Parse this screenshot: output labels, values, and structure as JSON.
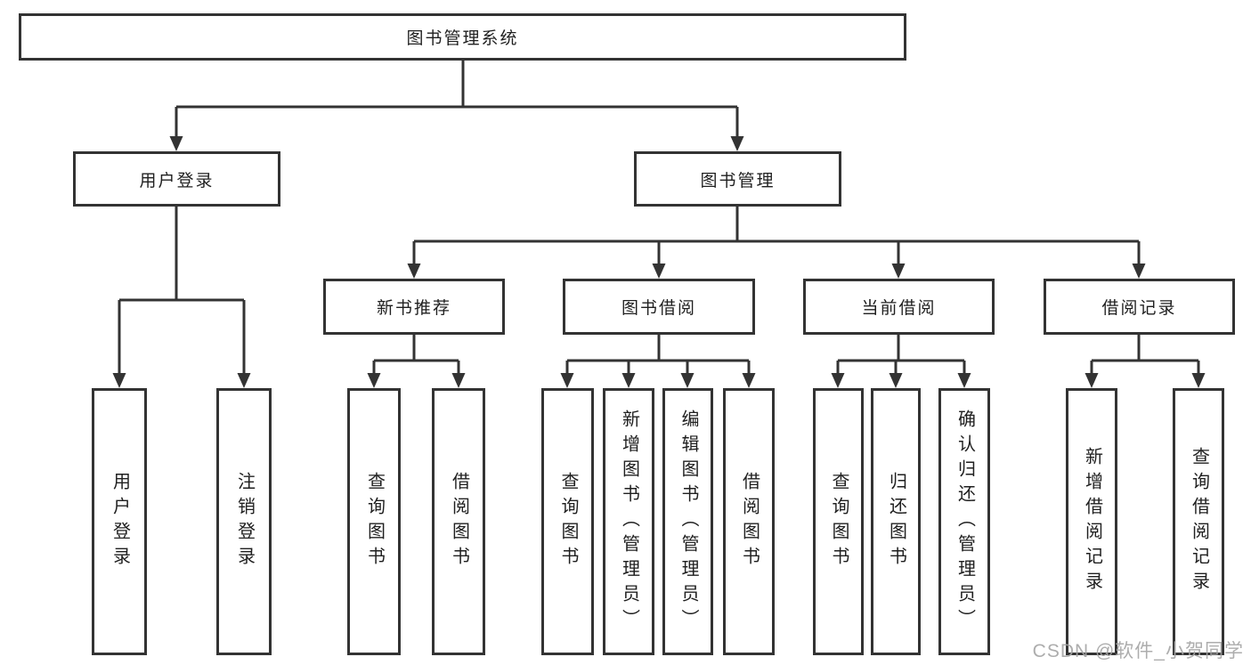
{
  "tree": {
    "root": "图书管理系统",
    "branches": [
      {
        "label": "用户登录",
        "leaves": [
          "用户登录",
          "注销登录"
        ]
      },
      {
        "label": "图书管理",
        "groups": [
          {
            "label": "新书推荐",
            "leaves": [
              "查询图书",
              "借阅图书"
            ]
          },
          {
            "label": "图书借阅",
            "leaves": [
              "查询图书",
              "新增图书（管理员）",
              "编辑图书（管理员）",
              "借阅图书"
            ]
          },
          {
            "label": "当前借阅",
            "leaves": [
              "查询图书",
              "归还图书",
              "确认归还（管理员）"
            ]
          },
          {
            "label": "借阅记录",
            "leaves": [
              "新增借阅记录",
              "查询借阅记录"
            ]
          }
        ]
      }
    ]
  },
  "watermark": "CSDN @软件_小贺同学",
  "colors": {
    "line": "#333333",
    "box_border": "#333333",
    "box_background": "#ffffff",
    "text": "#1f1f1f",
    "watermark": "#b5b5b5"
  }
}
